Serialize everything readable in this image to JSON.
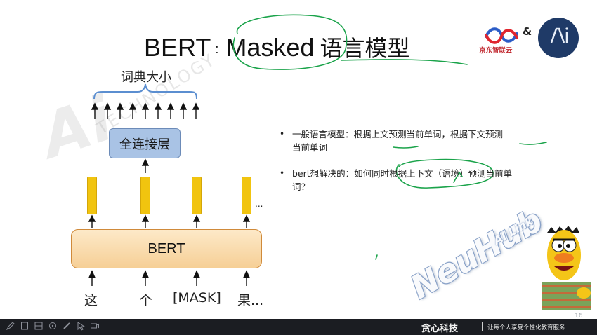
{
  "slide": {
    "title_en": "BERT",
    "title_sep": ":",
    "title_masked": "Masked",
    "title_cn": "语言模型",
    "jd_logo_text": "京东智联云",
    "ampersand": "&",
    "ai_logo_text": "AI",
    "page_number": "16"
  },
  "watermarks": {
    "ai": "Ai",
    "technology": "TECHNOLOGY",
    "neuhub": "NeuHub",
    "ai_link": "AI Link"
  },
  "diagram": {
    "vocab_label": "词典大小",
    "fc_layer": "全连接层",
    "ellipsis": "...",
    "bert_label": "BERT",
    "tokens": [
      "这",
      "个",
      "[MASK]",
      "果..."
    ]
  },
  "bullets": [
    {
      "line1": "一般语言模型：根据上文预测当前单词，根据下文预测",
      "line2": "当前单词"
    },
    {
      "line1": "bert想解决的：如何同时根据上下文（语境）预测当前单",
      "line2": "词？"
    }
  ],
  "footer": {
    "brand": "贪心科技",
    "slogan": "让每个人享受个性化教育服务",
    "tool_icons": [
      "pen-icon",
      "page-icon",
      "layout-icon",
      "pointer-icon",
      "marker-icon",
      "cursor-icon",
      "video-icon"
    ]
  },
  "colors": {
    "annotation_green": "#1aa34a",
    "bert_fill": "#f6cf96",
    "fc_fill": "#a9c3e5",
    "vector_yellow": "#f1c40f",
    "footer_bg": "#1b1d22"
  }
}
